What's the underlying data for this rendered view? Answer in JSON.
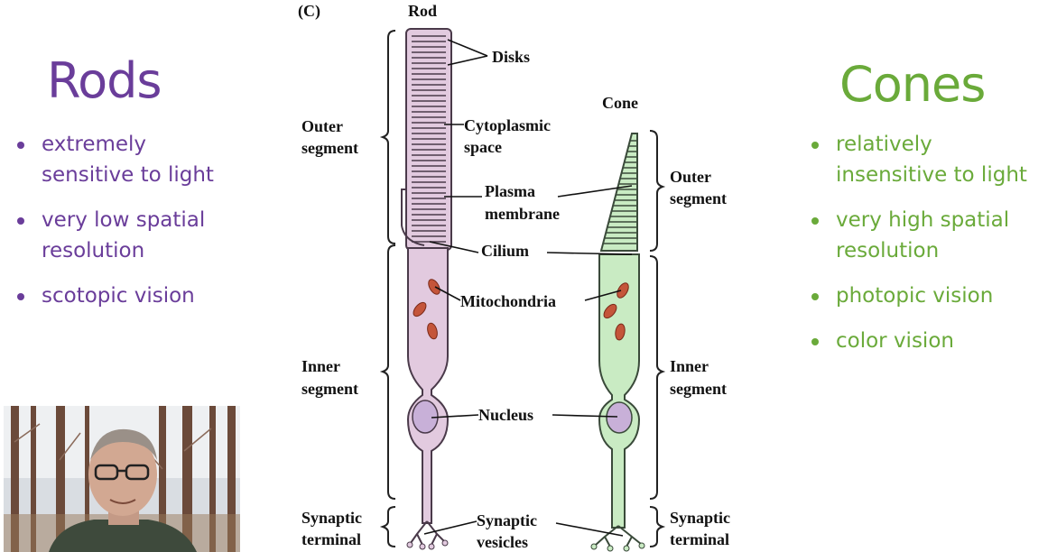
{
  "rods": {
    "title": "Rods",
    "bullets": [
      {
        "line1": "extremely",
        "line2": "sensitive to light"
      },
      {
        "line1": "very low spatial",
        "line2": "resolution"
      },
      {
        "line1": "scotopic vision",
        "line2": ""
      }
    ]
  },
  "cones": {
    "title": "Cones",
    "bullets": [
      {
        "line1": "relatively",
        "line2": "insensitive to light"
      },
      {
        "line1": "very high spatial",
        "line2": "resolution"
      },
      {
        "line1": "photopic vision",
        "line2": ""
      },
      {
        "line1": "color vision",
        "line2": ""
      }
    ]
  },
  "diagram": {
    "panel_label": "(C)",
    "rod_heading": "Rod",
    "cone_heading": "Cone",
    "labels": {
      "disks": "Disks",
      "cytoplasmic1": "Cytoplasmic",
      "cytoplasmic2": "space",
      "plasma1": "Plasma",
      "plasma2": "membrane",
      "cilium": "Cilium",
      "mitochondria": "Mitochondria",
      "nucleus": "Nucleus",
      "vesicles1": "Synaptic",
      "vesicles2": "vesicles"
    },
    "left_brackets": {
      "outer1": "Outer",
      "outer2": "segment",
      "inner1": "Inner",
      "inner2": "segment",
      "term1": "Synaptic",
      "term2": "terminal"
    },
    "right_brackets": {
      "outer1": "Outer",
      "outer2": "segment",
      "inner1": "Inner",
      "inner2": "segment",
      "term1": "Synaptic",
      "term2": "terminal"
    }
  },
  "colors": {
    "rods": "#6a3d9a",
    "cones": "#6aaa3a",
    "rod_cell": "#e2cadf",
    "cone_cell": "#c9ebc3",
    "mitochondria": "#c4553a"
  }
}
